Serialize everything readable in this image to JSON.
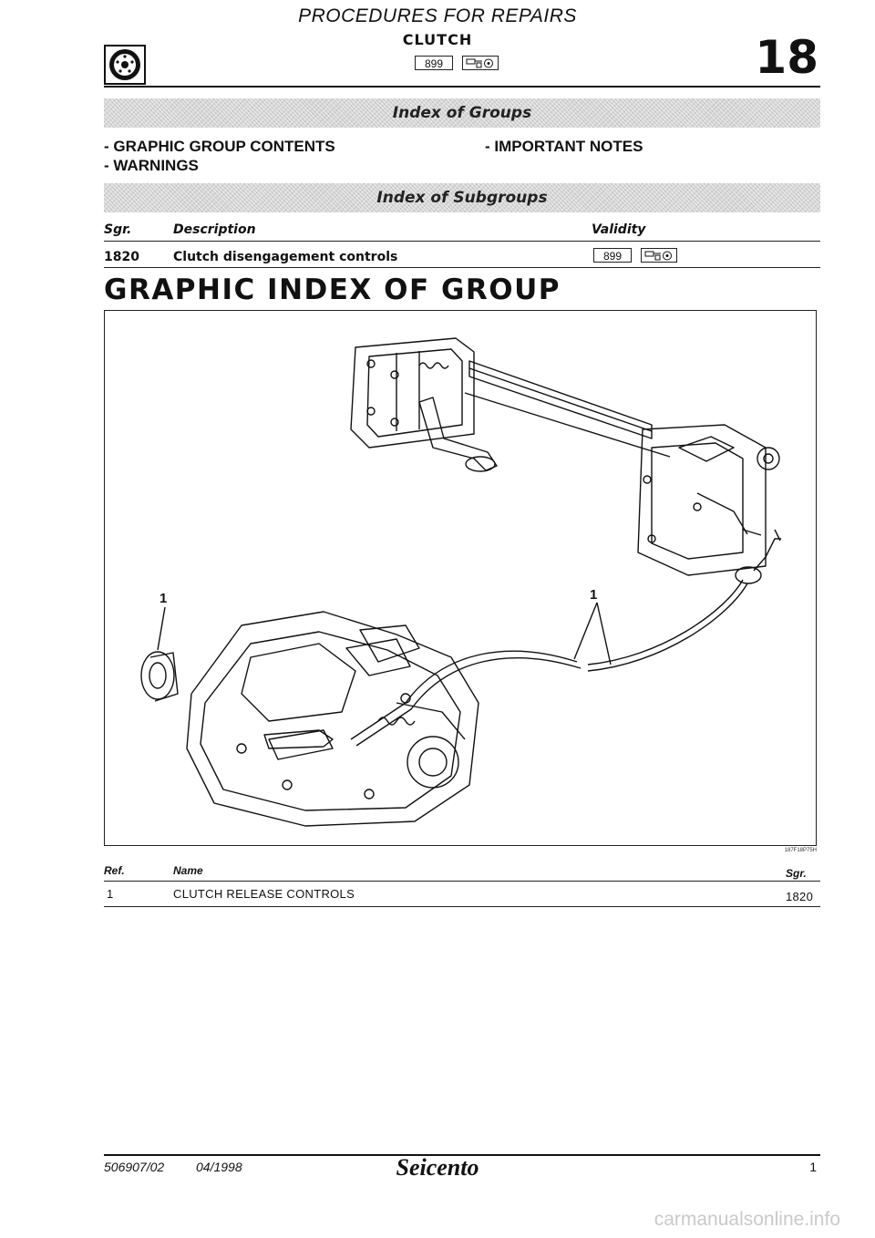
{
  "header": {
    "title": "PROCEDURES FOR REPAIRS",
    "subtitle": "CLUTCH",
    "group_number": "18",
    "validity_number": "899"
  },
  "index_groups": {
    "band_label": "Index of Groups",
    "items_left": [
      "- GRAPHIC GROUP CONTENTS",
      "- WARNINGS"
    ],
    "items_right": [
      "- IMPORTANT NOTES"
    ]
  },
  "index_subgroups": {
    "band_label": "Index of Subgroups",
    "headers": {
      "sgr": "Sgr.",
      "description": "Description",
      "validity": "Validity"
    },
    "rows": [
      {
        "sgr": "1820",
        "description": "Clutch disengagement controls",
        "validity": "899"
      }
    ]
  },
  "graphic_index": {
    "title": "GRAPHIC INDEX OF GROUP",
    "figure_code": "187F18P75H",
    "callout_left": "1",
    "callout_right": "1",
    "headers": {
      "ref": "Ref.",
      "name": "Name",
      "sgr": "Sgr."
    },
    "rows": [
      {
        "ref": "1",
        "name": "CLUTCH RELEASE CONTROLS",
        "sgr": "1820"
      }
    ]
  },
  "footer": {
    "doc_code": "506907/02",
    "date": "04/1998",
    "brand": "Seicento",
    "page": "1"
  },
  "watermark": "carmanualsonline.info"
}
